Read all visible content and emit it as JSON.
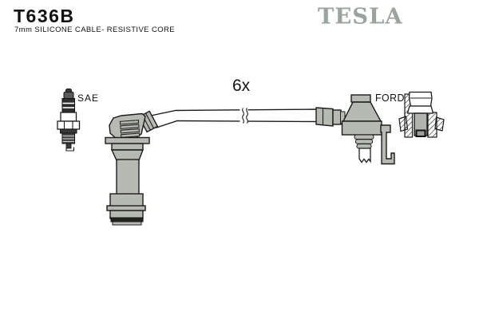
{
  "header": {
    "part_number": "T636B",
    "subtitle": "7mm SILICONE CABLE- RESISTIVE CORE",
    "brand": "TESLA"
  },
  "diagram": {
    "plug_end_label": "SAE",
    "quantity_label": "6x",
    "connector_end_label": "FORD"
  },
  "colors": {
    "background": "#ffffff",
    "brand": "#9ba49c",
    "part_fill": "#b6bab2",
    "outline": "#1c1c1c"
  }
}
